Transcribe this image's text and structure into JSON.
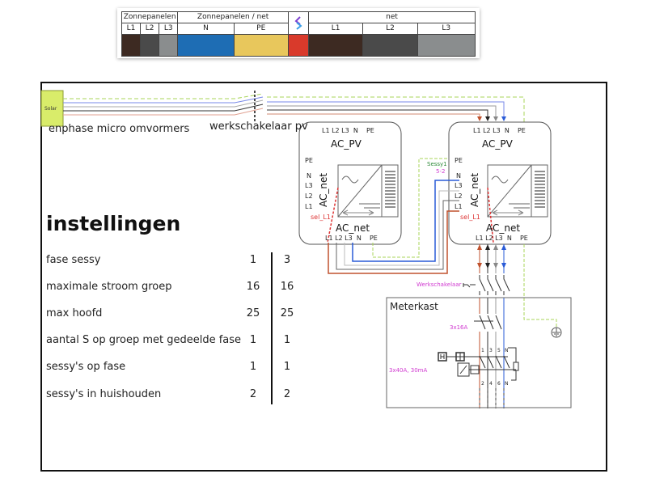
{
  "legend": {
    "groups": [
      {
        "label": "Zonnepanelen",
        "span": 3
      },
      {
        "label": "Zonnepanelen / net",
        "span": 2
      },
      {
        "label": "sessy-logo",
        "span": 1
      },
      {
        "label": "net",
        "span": 3
      }
    ],
    "columns": [
      "L1",
      "L2",
      "L3",
      "N",
      "PE",
      "",
      "L1",
      "L2",
      "L3"
    ],
    "colors": [
      "#3d2a22",
      "#4a4a4a",
      "#8a8d8e",
      "#1e6db4",
      "#e8c75c",
      "#d93a2b",
      "#3d2a22",
      "#4a4a4a",
      "#8a8d8e"
    ]
  },
  "diagram": {
    "solar_label": "Solar",
    "solar_caption": "enphase micro omvormers",
    "switch_caption": "werkschakelaar pv",
    "inverters": [
      {
        "top_pins": "L1 L2 L3  N    PE",
        "title": "AC_PV",
        "side_pins": [
          "PE",
          "N",
          "L3",
          "L2",
          "L1"
        ],
        "side_label": "AC_net",
        "bottom_label": "AC_net",
        "bottom_pins": "L1 L2 L3  N    PE",
        "sel_label": "sel_L1"
      },
      {
        "top_pins": "L1 L2 L3  N    PE",
        "title": "AC_PV",
        "side_pins": [
          "PE",
          "N",
          "L3",
          "L2",
          "L1"
        ],
        "side_label": "AC_net",
        "bottom_label": "AC_net",
        "bottom_pins": "L1 L2 L3  N    PE",
        "sel_label": "sel_L1"
      }
    ],
    "sessy_label": "Sessy1",
    "sessy_sub": "5-2",
    "werkschakelaar_label": "Werkschakelaar",
    "meterkast_label": "Meterkast",
    "breaker_label": "3x16A",
    "rcd_label": "3x40A, 30mA",
    "rcd_top_pins": [
      "1",
      "3",
      "5",
      "N"
    ],
    "rcd_bottom_pins": [
      "2",
      "4",
      "6",
      "N"
    ],
    "wire_colors": {
      "L1": "#c0522e",
      "L2": "#333333",
      "L3": "#999999",
      "N": "#2a5bd7",
      "PE": "#a8d45a"
    }
  },
  "settings": {
    "title": "instellingen",
    "rows": [
      {
        "label": "fase sessy",
        "a": "1",
        "b": "3"
      },
      {
        "label": "maximale stroom groep",
        "a": "16",
        "b": "16"
      },
      {
        "label": "max hoofd",
        "a": "25",
        "b": "25"
      },
      {
        "label": "aantal S op groep met gedeelde fase",
        "a": "1",
        "b": "1"
      },
      {
        "label": "sessy's op fase",
        "a": "1",
        "b": "1"
      },
      {
        "label": "sessy's in huishouden",
        "a": "2",
        "b": "2"
      }
    ]
  }
}
